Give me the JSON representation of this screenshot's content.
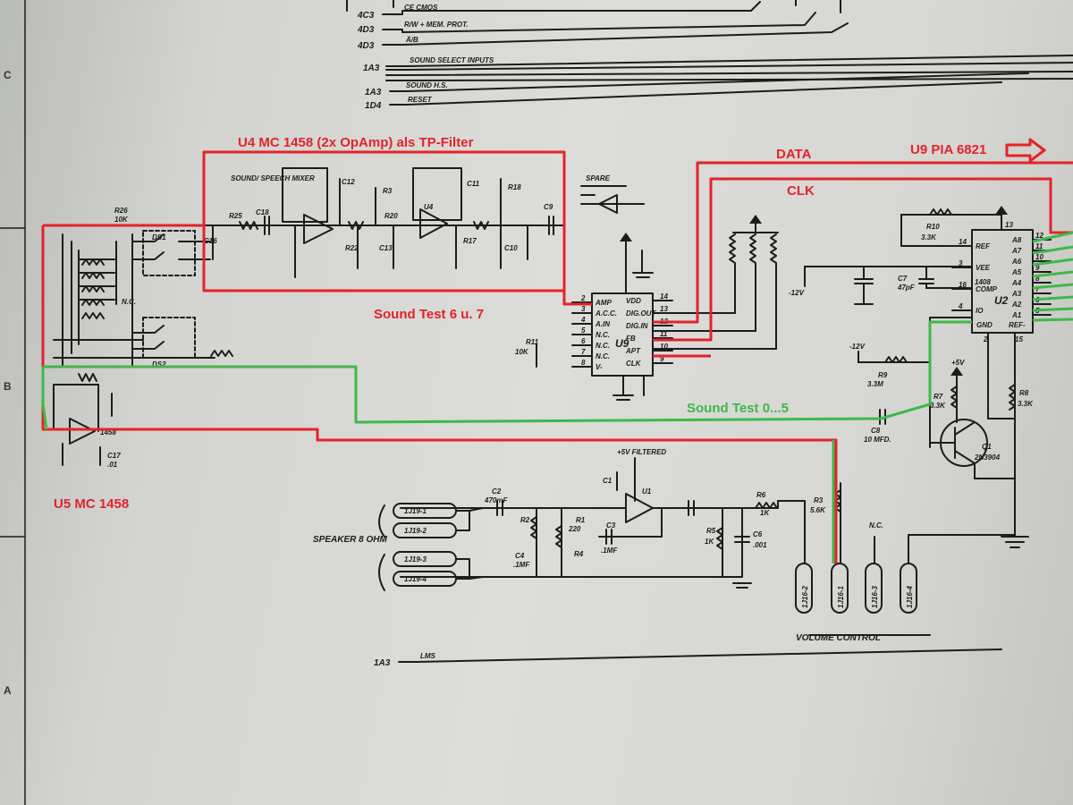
{
  "annotations": {
    "u4": "U4  MC 1458  (2x OpAmp) als TP-Filter",
    "data": "DATA",
    "clk": "CLK",
    "u9": "U9  PIA 6821",
    "sound_test_67": "Sound Test 6 u. 7",
    "sound_test_05": "Sound Test 0...5",
    "u5": "U5  MC 1458"
  },
  "zones": {
    "c": "C",
    "b": "B",
    "a": "A"
  },
  "signals": [
    {
      "ref": "4C3",
      "label": "CE CMOS"
    },
    {
      "ref": "4D3",
      "label": "R/W + MEM. PROT."
    },
    {
      "ref": "4D3",
      "label": "A̅/B"
    },
    {
      "ref": "1A3",
      "label": "SOUND SELECT INPUTS"
    },
    {
      "ref": "1A3",
      "label": "SOUND H.S."
    },
    {
      "ref": "1D4",
      "label": "RESET"
    },
    {
      "ref": "1A3",
      "label": "LMS"
    }
  ],
  "components": {
    "mixer": "SOUND/ SPEECH MIXER",
    "spare": "SPARE",
    "u9_chip": "U9",
    "u2_chip": "U2",
    "u2_part": "1408",
    "u1": "U1",
    "q1": "Q1",
    "q1_part": "2N3904",
    "r10": "R10",
    "r10v": "3.3K",
    "r7": "R7",
    "r7v": "3.3K",
    "r8": "R8",
    "r8v": "3.3K",
    "r9": "R9",
    "r9v": "3.3M",
    "r3": "R3",
    "r3v": "5.6K",
    "r6": "R6",
    "r6v": "1K",
    "r5": "R5",
    "r5v": "1K",
    "r1": "R1",
    "r1v": "220",
    "r2": "R2",
    "r4": "R4",
    "r11": "R11",
    "r11v": "10K",
    "r26": "R26",
    "r26v": "10K",
    "c6": "C6",
    "c6v": ".001",
    "c8": "C8",
    "c8v": "10 MFD.",
    "c7": "C7",
    "c7v": "47pF",
    "c2": "C2",
    "c2v": "470mF",
    "c3": "C3",
    "c3v": ".1MF",
    "c4": "C4",
    "c4v": ".1MF",
    "c1": "C1",
    "c9": "C9",
    "c10": "C10",
    "c11": "C11",
    "c12": "C12",
    "c13": "C13",
    "c16": "C16",
    "c17": "C17",
    "c17v": ".01",
    "ds1": "DS1",
    "ds2": "DS2",
    "neg12a": "-12V",
    "neg12b": "-12V",
    "pos5": "+5V",
    "filtered": "+5V FILTERED",
    "nc": "N.C.",
    "speaker": "SPEAKER 8 OHM",
    "volume": "VOLUME CONTROL"
  },
  "connectors": [
    "1J19-1",
    "1J19-2",
    "1J19-3",
    "1J19-4"
  ],
  "volume_pins": [
    "1J16-2",
    "1J16-1",
    "1J16-3",
    "1J16-4"
  ],
  "u2_pins_left": [
    {
      "num": "14",
      "name": "REF"
    },
    {
      "num": "3",
      "name": "VEE"
    },
    {
      "num": "16",
      "name": "COMP"
    },
    {
      "num": "4",
      "name": "IO"
    }
  ],
  "u2_pins_right": [
    {
      "num": "12",
      "name": "A8"
    },
    {
      "num": "11",
      "name": "A7"
    },
    {
      "num": "10",
      "name": "A6"
    },
    {
      "num": "9",
      "name": "A5"
    },
    {
      "num": "8",
      "name": "A4"
    },
    {
      "num": "7",
      "name": "A3"
    },
    {
      "num": "6",
      "name": "A2"
    },
    {
      "num": "5",
      "name": "A1"
    }
  ],
  "u2_bottom": {
    "gnd": "GND",
    "ref": "REF-",
    "p2": "2",
    "p15": "15",
    "p13": "13"
  },
  "u9_pins_left": [
    {
      "num": "2",
      "name": "AMP"
    },
    {
      "num": "3",
      "name": "A.C.C."
    },
    {
      "num": "4",
      "name": "A.IN"
    },
    {
      "num": "5",
      "name": "N.C."
    },
    {
      "num": "6",
      "name": "N.C."
    },
    {
      "num": "7",
      "name": "N.C."
    },
    {
      "num": "8",
      "name": "V-"
    }
  ],
  "u9_pins_right": [
    {
      "num": "14",
      "name": "VDD"
    },
    {
      "num": "13",
      "name": "DIG.OUT"
    },
    {
      "num": "12",
      "name": "DIG.IN"
    },
    {
      "num": "11",
      "name": "FB"
    },
    {
      "num": "10",
      "name": "APT"
    },
    {
      "num": "9",
      "name": "CLK"
    }
  ],
  "colors": {
    "red": "#e3232b",
    "green": "#3fb84a",
    "ink": "#1c1c1c",
    "paper": "#d8d8d4"
  }
}
